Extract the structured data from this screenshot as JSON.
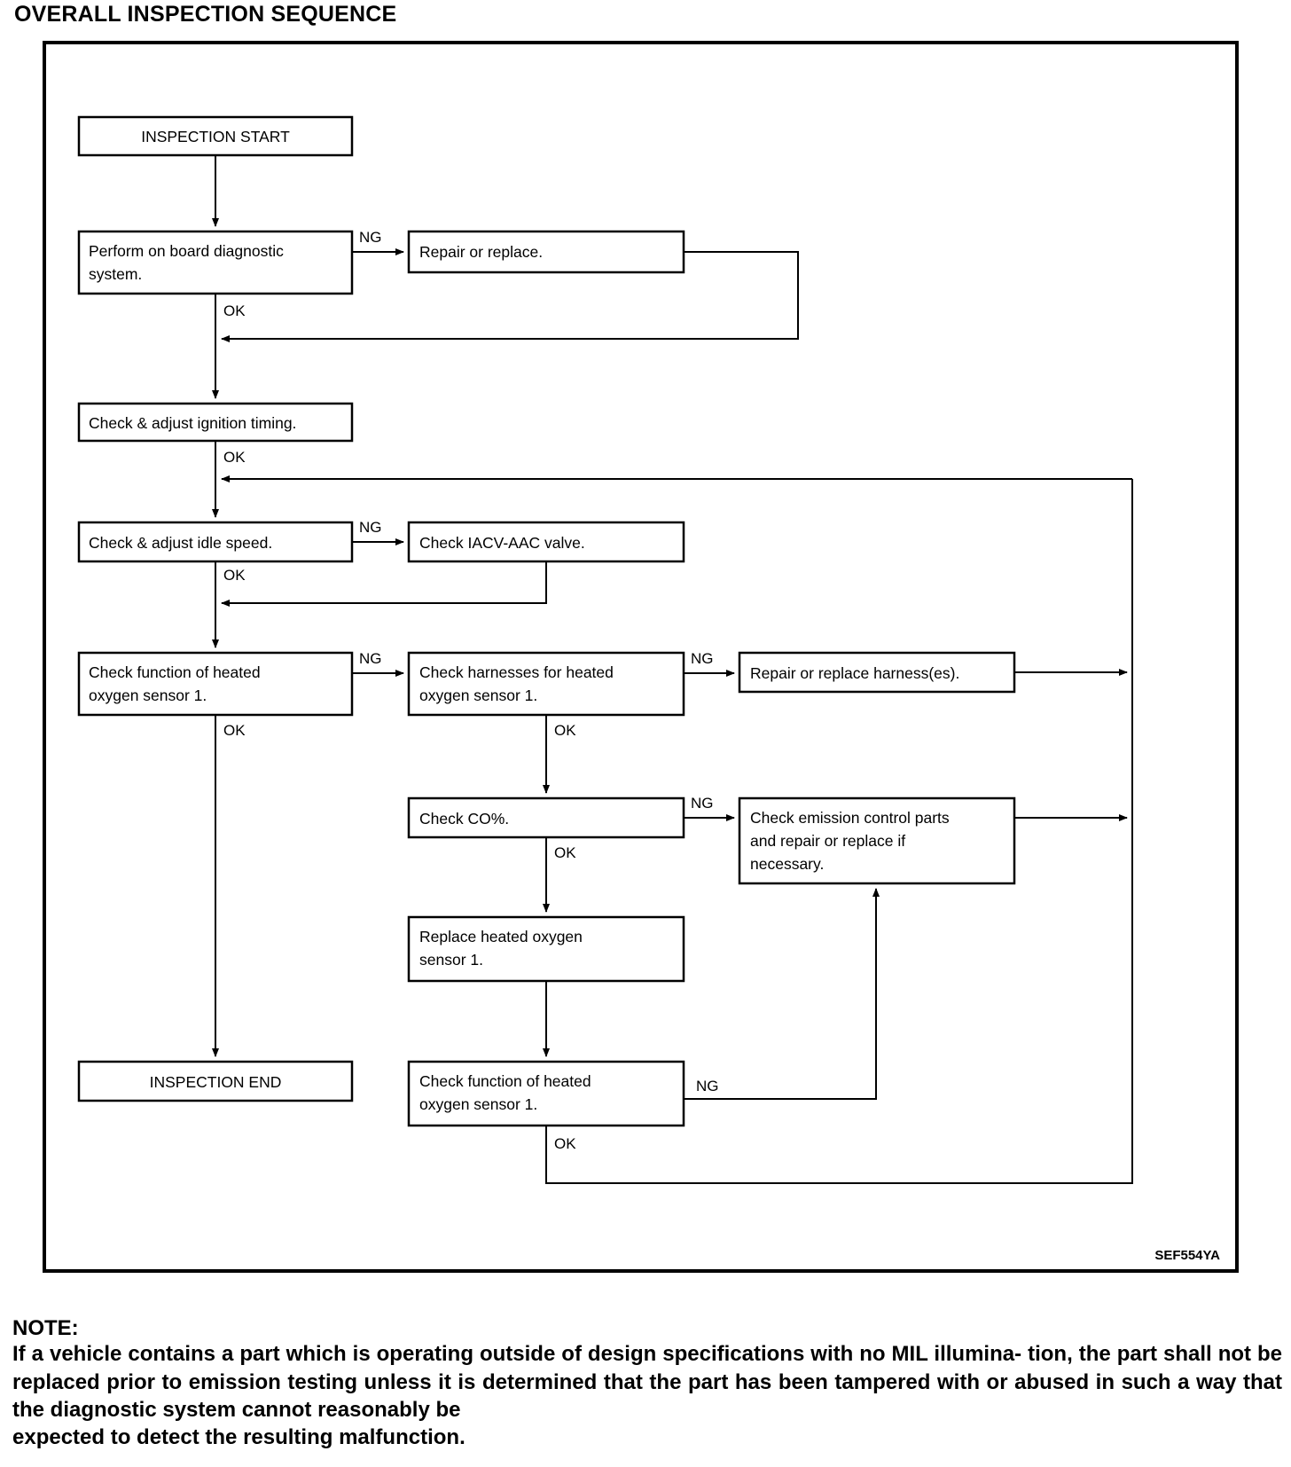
{
  "page_title": "OVERALL INSPECTION SEQUENCE",
  "figure": {
    "code_label": "SEF554YA",
    "nodes": {
      "inspection_start": "INSPECTION START",
      "perform_obd_l1": "Perform on board diagnostic",
      "perform_obd_l2": "system.",
      "repair_or_replace": "Repair or replace.",
      "check_ignition_timing": "Check & adjust ignition timing.",
      "check_idle_speed": "Check & adjust idle speed.",
      "check_iacv": "Check IACV-AAC valve.",
      "check_function_ho2s_l1": "Check function of heated",
      "check_function_ho2s_l2": "oxygen sensor 1.",
      "check_harnesses_l1": "Check harnesses for heated",
      "check_harnesses_l2": "oxygen sensor 1.",
      "repair_harness": "Repair or replace harness(es).",
      "check_co": "Check CO%.",
      "check_emission_l1": "Check emission control parts",
      "check_emission_l2": "and repair or replace if",
      "check_emission_l3": "necessary.",
      "replace_ho2s_l1": "Replace heated oxygen",
      "replace_ho2s_l2": "sensor 1.",
      "inspection_end": "INSPECTION END",
      "check_function_ho2s2_l1": "Check function of heated",
      "check_function_ho2s2_l2": "oxygen sensor 1."
    },
    "edge_labels": {
      "ng_obd": "NG",
      "ok_obd": "OK",
      "ok_timing": "OK",
      "ng_idle": "NG",
      "ok_idle": "OK",
      "ng_ho2s_function": "NG",
      "ok_ho2s_function": "OK",
      "ng_harness": "NG",
      "ok_harness": "OK",
      "ng_co": "NG",
      "ok_co": "OK",
      "ng_ho2s_recheck": "NG",
      "ok_ho2s_recheck": "OK"
    }
  },
  "note": {
    "heading": "NOTE:",
    "line1": "If a vehicle contains a part which is operating outside of design specifications with no MIL illumina-",
    "line2": "tion, the part shall not be replaced prior to emission testing unless it is determined that the part has",
    "line3": "been tampered with or abused in such a way that the diagnostic system cannot reasonably be",
    "line4": "expected to detect the resulting malfunction."
  }
}
